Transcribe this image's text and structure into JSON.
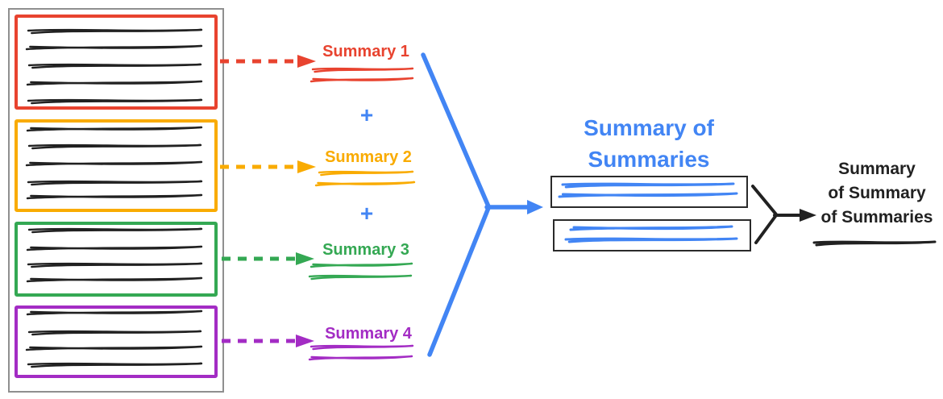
{
  "colors": {
    "red": "#E8432F",
    "yellow": "#F9AB00",
    "green": "#34A853",
    "purple": "#A32CC4",
    "blue": "#4285F4",
    "ink": "#212121",
    "frame-gray": "#8F8F8F"
  },
  "documents": {
    "count": 4,
    "items": [
      {
        "label": "Summary 1",
        "color_name": "red",
        "color": "#E8432F",
        "doc_lines": 5,
        "summary_scribble_lines": 2
      },
      {
        "label": "Summary 2",
        "color_name": "yellow",
        "color": "#F9AB00",
        "doc_lines": 5,
        "summary_scribble_lines": 2
      },
      {
        "label": "Summary 3",
        "color_name": "green",
        "color": "#34A853",
        "doc_lines": 4,
        "summary_scribble_lines": 2
      },
      {
        "label": "Summary 4",
        "color_name": "purple",
        "color": "#A32CC4",
        "doc_lines": 4,
        "summary_scribble_lines": 2
      }
    ]
  },
  "plus_label": "+",
  "merged": {
    "title": "Summary of\nSummaries",
    "boxes": 2,
    "scribble_lines_per_box": 2
  },
  "final": {
    "label": "Summary\nof Summary\nof Summaries",
    "underline_scribble_lines": 1
  }
}
